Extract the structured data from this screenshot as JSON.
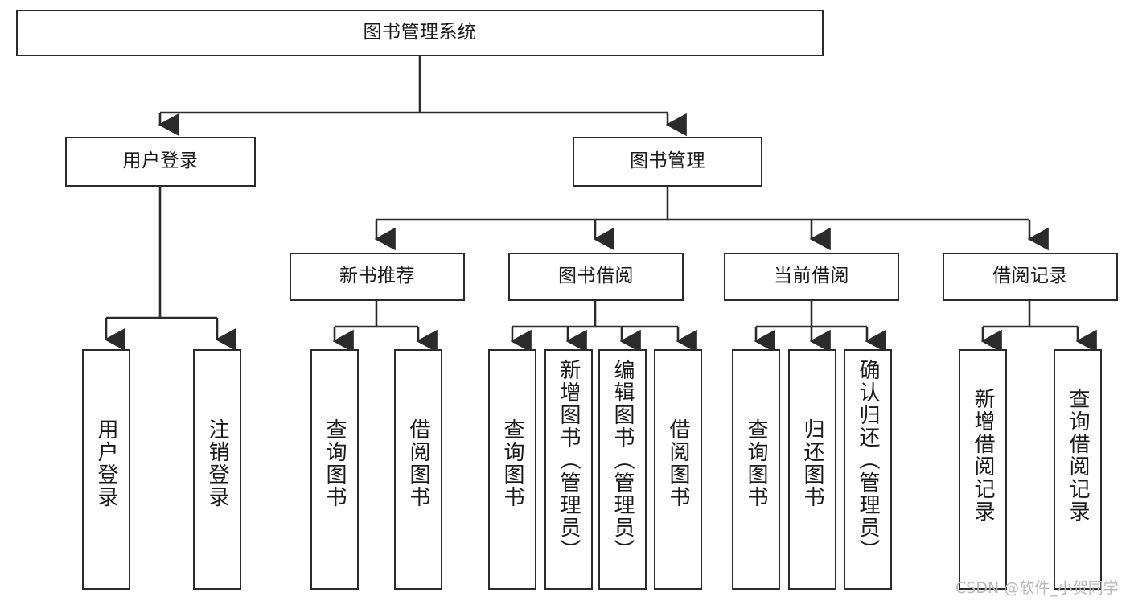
{
  "diagram": {
    "title": "图书管理系统",
    "type": "tree-hierarchy-chart",
    "root": {
      "label": "图书管理系统",
      "name": "node-root-system"
    },
    "level2": [
      {
        "label": "用户登录",
        "name": "node-user-login"
      },
      {
        "label": "图书管理",
        "name": "node-book-management"
      }
    ],
    "level3": [
      {
        "label": "新书推荐",
        "name": "node-new-book-recommend"
      },
      {
        "label": "图书借阅",
        "name": "node-book-borrow"
      },
      {
        "label": "当前借阅",
        "name": "node-current-borrow"
      },
      {
        "label": "借阅记录",
        "name": "node-borrow-record"
      }
    ],
    "leaves_user_login": [
      {
        "label": "用户登录",
        "name": "leaf-user-login"
      },
      {
        "label": "注销登录",
        "name": "leaf-logout"
      }
    ],
    "leaves_new_book": [
      {
        "label": "查询图书",
        "name": "leaf-query-book-1"
      },
      {
        "label": "借阅图书",
        "name": "leaf-borrow-book-1"
      }
    ],
    "leaves_book_borrow": [
      {
        "label": "查询图书",
        "name": "leaf-query-book-2"
      },
      {
        "label": "新增图书（管理员）",
        "name": "leaf-add-book-admin"
      },
      {
        "label": "编辑图书（管理员）",
        "name": "leaf-edit-book-admin"
      },
      {
        "label": "借阅图书",
        "name": "leaf-borrow-book-2"
      }
    ],
    "leaves_current_borrow": [
      {
        "label": "查询图书",
        "name": "leaf-query-book-3"
      },
      {
        "label": "归还图书",
        "name": "leaf-return-book"
      },
      {
        "label": "确认归还（管理员）",
        "name": "leaf-confirm-return-admin"
      }
    ],
    "leaves_borrow_record": [
      {
        "label": "新增借阅记录",
        "name": "leaf-add-borrow-record"
      },
      {
        "label": "查询借阅记录",
        "name": "leaf-query-borrow-record"
      }
    ]
  },
  "watermark": {
    "text": "CSDN @软件_小贺同学"
  },
  "colors": {
    "border": "#2b2b2b",
    "background": "#ffffff",
    "text": "#1a1a1a",
    "watermark": "#b8b8b8"
  }
}
